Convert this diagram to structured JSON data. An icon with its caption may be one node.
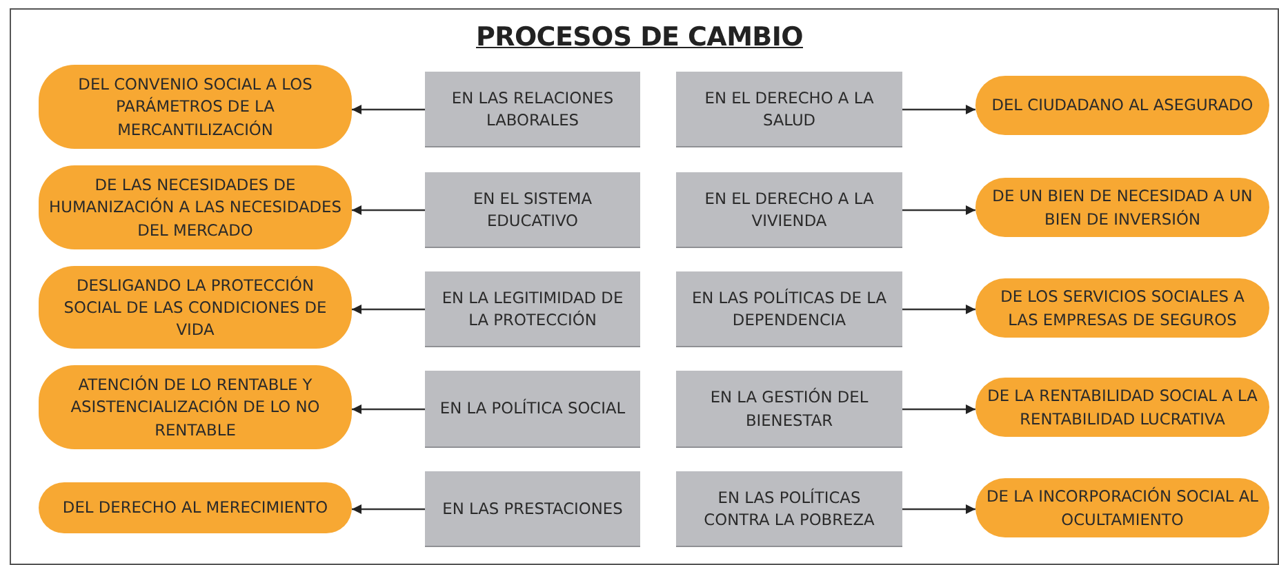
{
  "diagram": {
    "title": "PROCESOS DE CAMBIO",
    "nodes": [
      {
        "text": [
          "DEL CONVENIO SOCIAL A LOS PARÁMETROS DE LA MERCANTILIZACIÓN"
        ]
      },
      {
        "text": [
          "EN LAS RELACIONES LABORALES"
        ]
      },
      {
        "text": [
          "EN EL DERECHO A LA SALUD"
        ]
      },
      {
        "text": [
          "DEL CIUDADANO AL ASEGURADO"
        ]
      },
      {
        "text": [
          "DE LAS NECESIDADES DE HUMANIZACIÓN A LAS NECESIDADES DEL MERCADO"
        ]
      },
      {
        "text": [
          "EN EL SISTEMA EDUCATIVO"
        ]
      },
      {
        "text": [
          "EN EL DERECHO A LA VIVIENDA"
        ]
      },
      {
        "text": [
          "DE UN BIEN DE NECESIDAD A UN BIEN DE INVERSIÓN"
        ]
      },
      {
        "text": [
          "DESLIGANDO LA PROTECCIÓN SOCIAL DE LAS CONDICIONES DE VIDA"
        ]
      },
      {
        "text": [
          "EN LA LEGITIMIDAD DE LA PROTECCIÓN"
        ]
      },
      {
        "text": [
          "EN LAS POLÍTICAS DE LA DEPENDENCIA"
        ]
      },
      {
        "text": [
          "DE LOS SERVICIOS SOCIALES A LAS EMPRESAS DE SEGUROS"
        ]
      },
      {
        "text": [
          "ATENCIÓN DE LO RENTABLE Y ASISTENCIALIZACIÓN DE LO NO RENTABLE"
        ]
      },
      {
        "text": [
          "EN LA POLÍTICA SOCIAL"
        ]
      },
      {
        "text": [
          "EN LA GESTIÓN DEL BIENESTAR"
        ]
      },
      {
        "text": [
          "DE LA RENTABILIDAD SOCIAL A LA RENTABILIDAD LUCRATIVA"
        ]
      },
      {
        "text": [
          "DEL DERECHO AL MERECIMIENTO"
        ]
      },
      {
        "text": [
          "EN LAS PRESTACIONES"
        ]
      },
      {
        "text": [
          "EN LAS POLÍTICAS CONTRA LA POBREZA"
        ]
      },
      {
        "text": [
          "DE LA INCORPORACIÓN SOCIAL AL OCULTAMIENTO"
        ]
      }
    ],
    "edges": [
      {
        "from": 1,
        "to": 0,
        "arrow": "to"
      },
      {
        "from": 2,
        "to": 3,
        "arrow": "to"
      },
      {
        "from": 5,
        "to": 4,
        "arrow": "to"
      },
      {
        "from": 6,
        "to": 7,
        "arrow": "to"
      },
      {
        "from": 9,
        "to": 8,
        "arrow": "to"
      },
      {
        "from": 10,
        "to": 11,
        "arrow": "to"
      },
      {
        "from": 13,
        "to": 12,
        "arrow": "to"
      },
      {
        "from": 14,
        "to": 15,
        "arrow": "to"
      },
      {
        "from": 17,
        "to": 16,
        "arrow": "to"
      },
      {
        "from": 18,
        "to": 19,
        "arrow": "to"
      }
    ]
  }
}
